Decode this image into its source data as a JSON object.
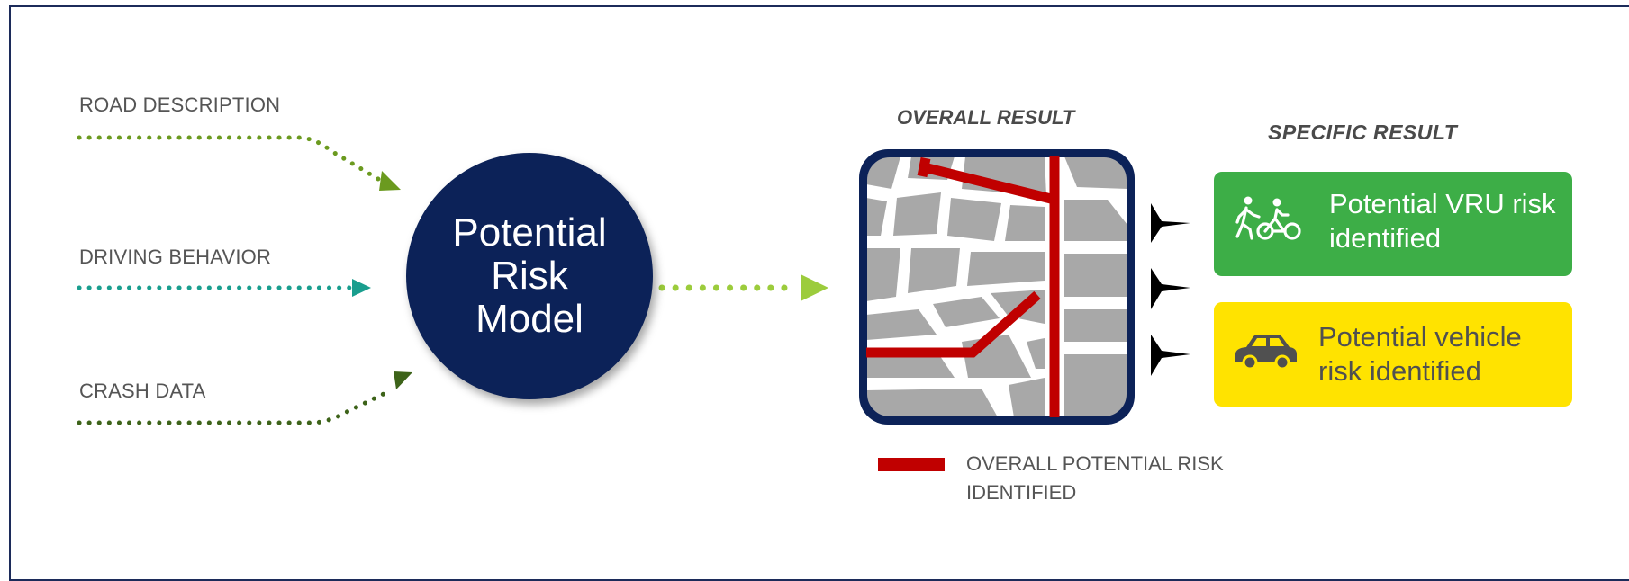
{
  "inputs": {
    "road_description": "ROAD DESCRIPTION",
    "driving_behavior": "DRIVING BEHAVIOR",
    "crash_data": "CRASH DATA"
  },
  "model": {
    "label": "Potential Risk Model"
  },
  "overall": {
    "heading": "OVERALL RESULT"
  },
  "specific": {
    "heading": "SPECIFIC RESULT",
    "cards": [
      {
        "label": "Potential VRU risk identified",
        "color": "#3dae47",
        "text_color": "#ffffff",
        "icon": "pedestrian-cyclist-icon"
      },
      {
        "label": "Potential vehicle risk identified",
        "color": "#ffe300",
        "text_color": "#505050",
        "icon": "car-icon"
      }
    ]
  },
  "legend": {
    "label": "OVERALL POTENTIAL RISK IDENTIFIED",
    "color": "#c00000"
  },
  "colors": {
    "frame": "#1c2b5a",
    "model_fill": "#0c2258",
    "road_arrow": "#6b9a1f",
    "behavior_arrow": "#199e8e",
    "crash_arrow": "#3d6319",
    "output_arrow": "#9ccc3c",
    "map_fill": "#a8a8a8",
    "risk_line": "#c00000"
  }
}
